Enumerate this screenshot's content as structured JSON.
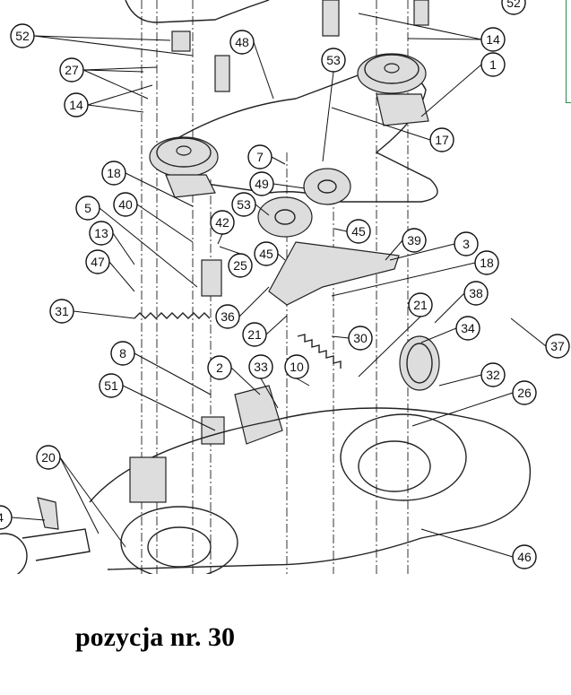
{
  "diagram": {
    "title": "Mower deck exploded parts diagram",
    "callouts": [
      "52",
      "27",
      "14",
      "48",
      "53",
      "52",
      "14",
      "1",
      "17",
      "7",
      "18",
      "49",
      "5",
      "40",
      "42",
      "53",
      "45",
      "39",
      "3",
      "13",
      "25",
      "45",
      "18",
      "47",
      "31",
      "36",
      "21",
      "21",
      "38",
      "34",
      "37",
      "30",
      "8",
      "2",
      "33",
      "10",
      "32",
      "26",
      "51",
      "20",
      "4",
      "46"
    ]
  },
  "caption": "pozycja nr. 30"
}
